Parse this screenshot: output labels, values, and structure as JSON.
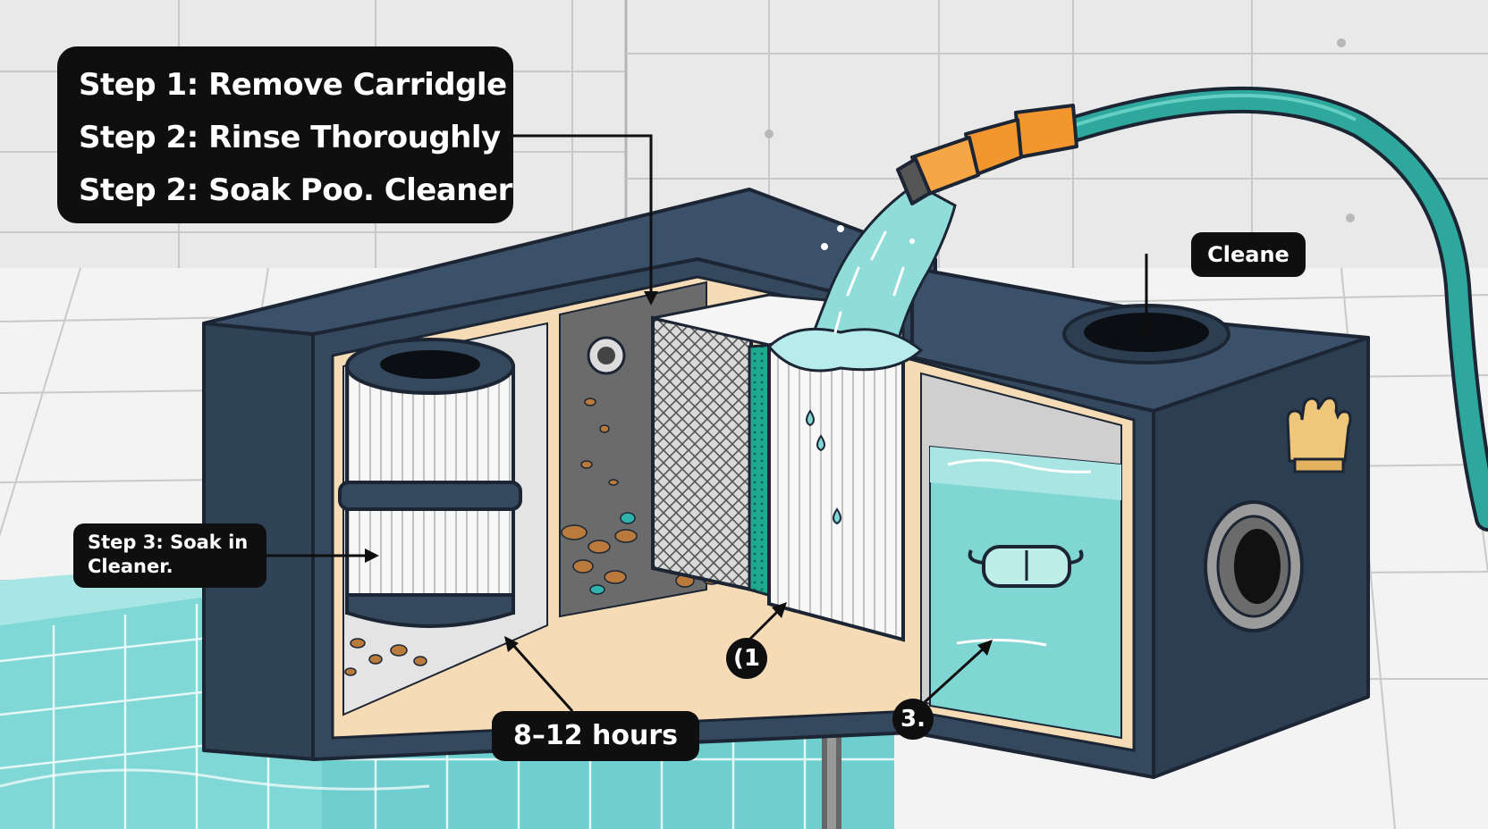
{
  "steps": [
    "Step 1: Remove Carridgle",
    "Step 2: Rinse Thoroughly",
    "Step 2: Soak Poo. Cleaner"
  ],
  "soak_label": "Step 3: Soak in\nCleaner.",
  "cleaner_label": "Cleane",
  "duration_label": "8–12 hours",
  "markers": {
    "one": "(1",
    "three": "3."
  },
  "colors": {
    "housing": "#34495e",
    "housing_outline": "#1c2533",
    "liner": "#f6dcb6",
    "water": "#7fd6d2",
    "water_deep": "#2fb3ad",
    "pool_tile": "#6fcfcf",
    "hose": "#2ea79c",
    "nozzle": "#f4962e",
    "label_bg": "#0f0f0f",
    "debris": "#b97a3c"
  }
}
